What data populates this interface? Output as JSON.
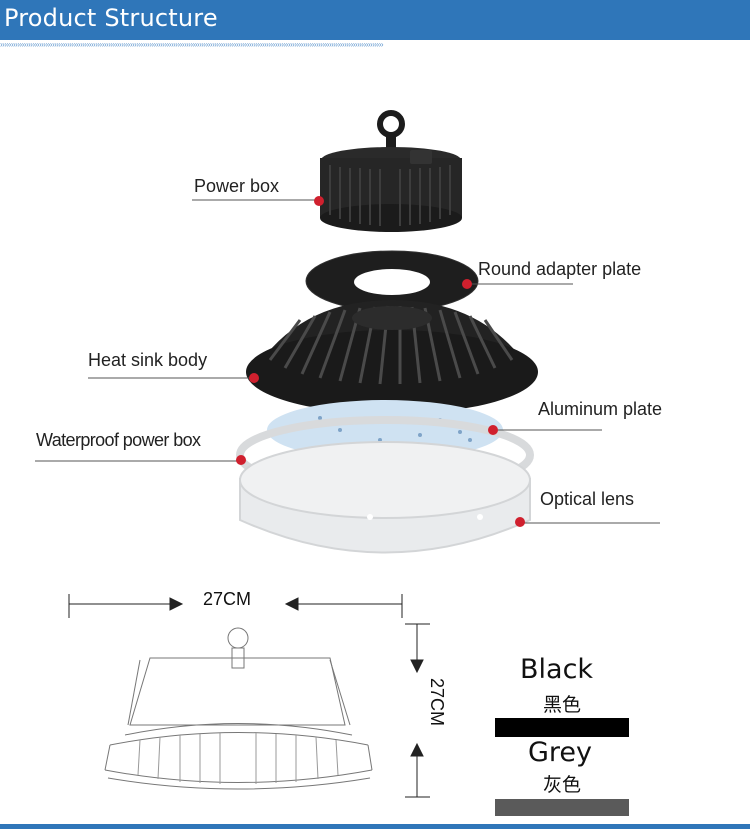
{
  "header": {
    "title": "Product Structure"
  },
  "callouts": {
    "power_box": "Power box",
    "round_adapter_plate": "Round adapter plate",
    "heat_sink_body": "Heat sink body",
    "aluminum_plate": "Aluminum plate",
    "waterproof_power_box": "Waterproof power box",
    "optical_lens": "Optical lens"
  },
  "dimensions": {
    "width": "27CM",
    "height": "27CM"
  },
  "colors": {
    "options": [
      {
        "name": "Black",
        "name_cn": "黑色",
        "hex": "#000000"
      },
      {
        "name": "Grey",
        "name_cn": "灰色",
        "hex": "#5a5a5a"
      }
    ],
    "accent": "#2f76b9",
    "marker": "#d0202e"
  }
}
